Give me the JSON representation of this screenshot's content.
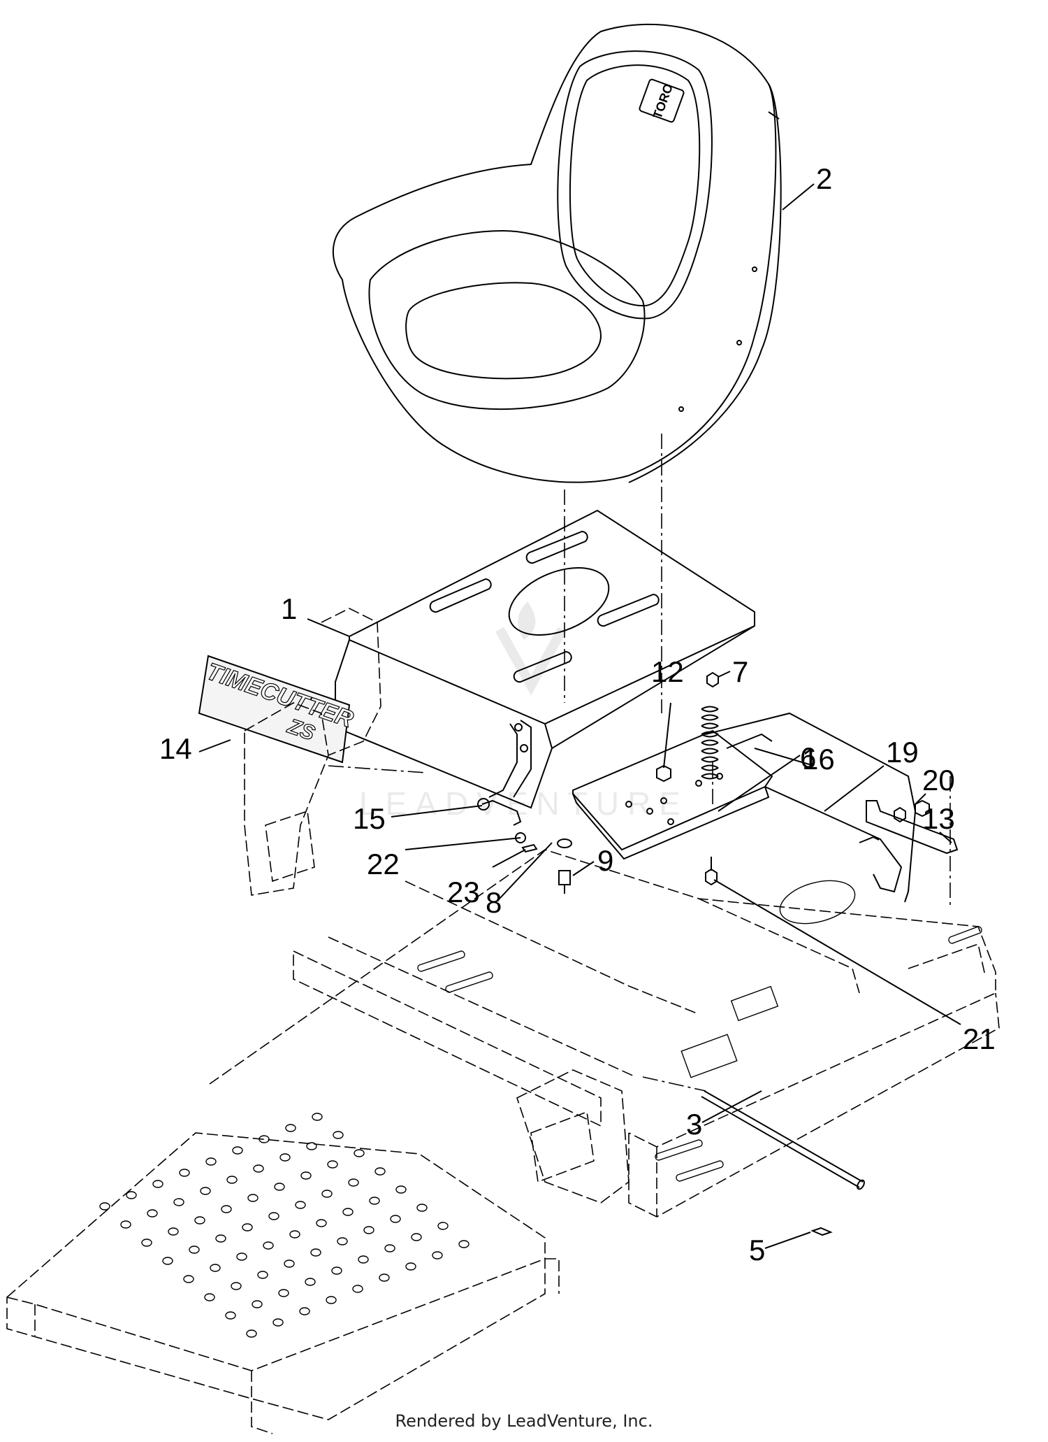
{
  "diagram": {
    "callouts": [
      "1",
      "2",
      "3",
      "5",
      "6",
      "7",
      "8",
      "9",
      "12",
      "13",
      "14",
      "15",
      "16",
      "19",
      "20",
      "21",
      "22",
      "23"
    ],
    "seat_logo": "TORO",
    "decal_line1": "TIMECUTTER",
    "decal_line2": "ZS",
    "watermark": "LEADVENTURE"
  },
  "footer": {
    "text": "Rendered by LeadVenture, Inc."
  }
}
